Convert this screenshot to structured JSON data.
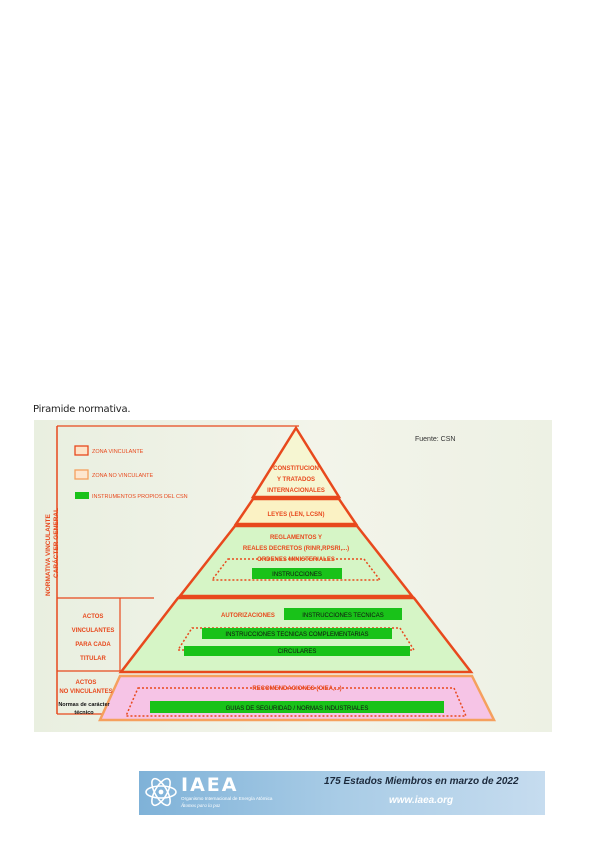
{
  "caption": "Piramide normativa.",
  "figure": {
    "source": "Fuente: CSN",
    "legend": [
      {
        "label": "ZONA VINCULANTE",
        "color": "#e8491d",
        "fill": "#fde3c8"
      },
      {
        "label": "ZONA NO VINCULANTE",
        "color": "#f5a05e",
        "fill": "#fde6cf"
      },
      {
        "label": "INSTRUMENTOS PROPIOS DEL CSN",
        "color": "#19c219",
        "fill": "#19c219"
      }
    ],
    "side_labels": {
      "normativa": "NORMATIVA VINCULANTE",
      "caracter": "CARÁCTER GENERAL",
      "actos_vinculantes": [
        "ACTOS",
        "VINCULANTES",
        "PARA CADA",
        "TITULAR"
      ],
      "actos_no_vinculantes": [
        "ACTOS",
        "NO VINCULANTES"
      ],
      "normas": [
        "Normas de carácter",
        "técnico"
      ]
    },
    "tiers": {
      "top": [
        "CONSTITUCION",
        "Y TRATADOS",
        "INTERNACIONALES"
      ],
      "leyes": "LEYES (LEN, LCSN)",
      "reglamentos": [
        "REGLAMENTOS Y",
        "REALES DECRETOS (RINR,RPSRI,...)",
        "ORDENES MINISTERIALES"
      ],
      "instrucciones": "INSTRUCCIONES",
      "autorizaciones": "AUTORIZACIONES",
      "instrucciones_tecnicas": "INSTRUCCIONES TECNICAS",
      "itc": "INSTRUCCIONES TECNICAS COMPLEMENTARIAS",
      "circulares": "CIRCULARES",
      "recomendaciones": "RECOMENDACIONES (OIEA,...)",
      "guias": "GUIAS DE SEGURIDAD / NORMAS INDUSTRIALES"
    },
    "colors": {
      "red": "#e8491d",
      "green": "#19c219",
      "pink": "#f6c4e6",
      "yellow": "#fbf2c4",
      "light_green": "#d6f5c6"
    }
  },
  "banner": {
    "logo": "IAEA",
    "org": "Organismo Internacional de Energía Atómica",
    "motto": "Átomos para la paz",
    "tagline": "175 Estados Miembros en marzo de 2022",
    "web": "www.iaea.org"
  }
}
